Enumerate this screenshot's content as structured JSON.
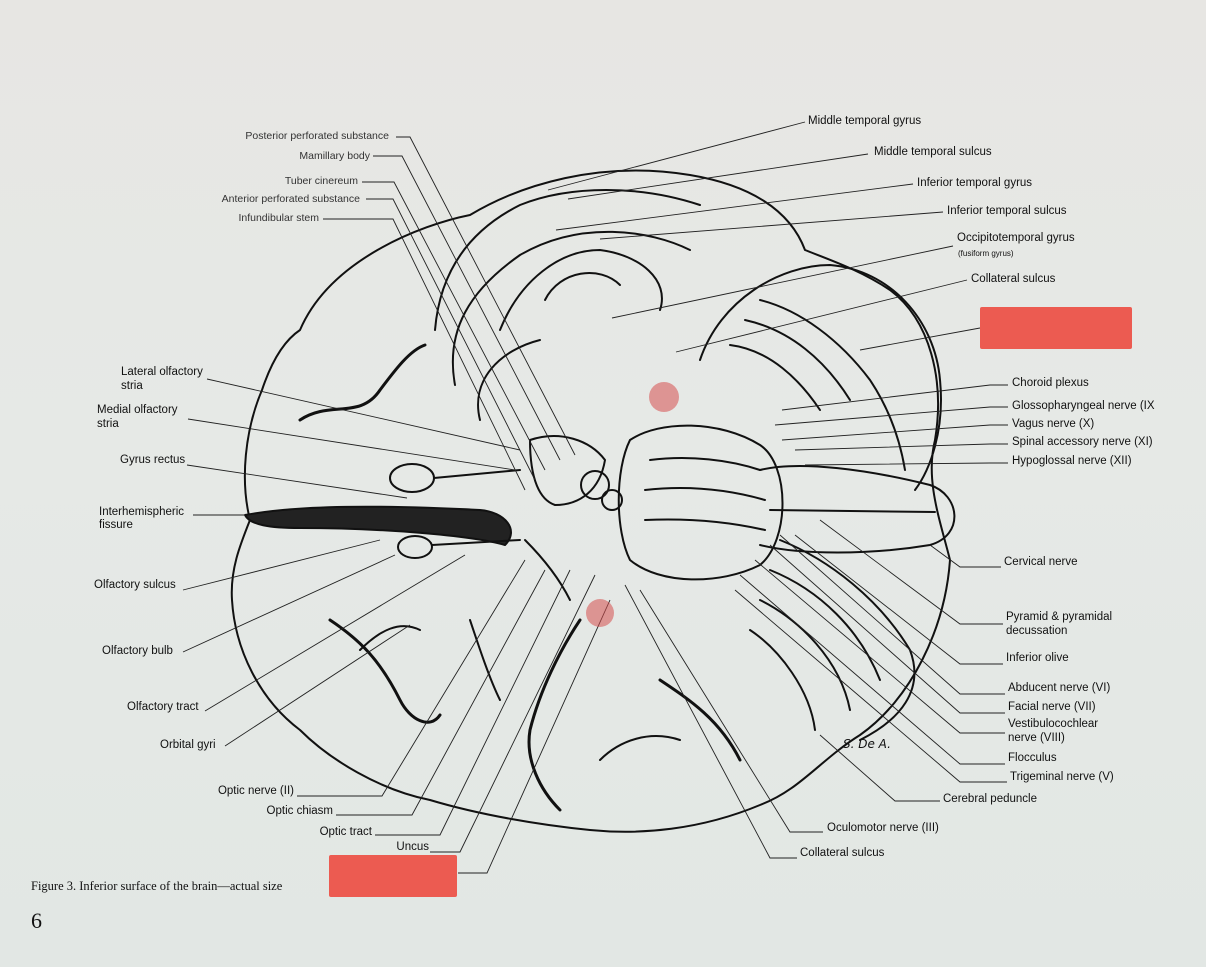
{
  "figure": {
    "caption": "Figure 3. Inferior surface of the brain—actual size",
    "page_number": "6",
    "artist_signature": "S. De A."
  },
  "labels_top_left": [
    "Posterior perforated substance",
    "Mamillary body",
    "Tuber cinereum",
    "Anterior perforated substance",
    "Infundibular stem"
  ],
  "labels_left": {
    "lateral_olfactory_stria_1": "Lateral olfactory",
    "lateral_olfactory_stria_2": "stria",
    "medial_olfactory_stria_1": "Medial olfactory",
    "medial_olfactory_stria_2": "stria",
    "gyrus_rectus": "Gyrus rectus",
    "interhemispheric_fissure_1": "Interhemispheric",
    "interhemispheric_fissure_2": "fissure",
    "olfactory_sulcus": "Olfactory sulcus",
    "olfactory_bulb": "Olfactory bulb",
    "olfactory_tract": "Olfactory tract",
    "orbital_gyri": "Orbital gyri"
  },
  "labels_bottom": {
    "optic_nerve": "Optic nerve (II)",
    "optic_chiasm": "Optic chiasm",
    "optic_tract": "Optic tract",
    "uncus": "Uncus",
    "oculomotor_nerve": "Oculomotor nerve (III)",
    "collateral_sulcus_bottom": "Collateral sulcus",
    "cerebral_peduncle": "Cerebral peduncle"
  },
  "labels_top_right": {
    "middle_temporal_gyrus": "Middle temporal gyrus",
    "middle_temporal_sulcus": "Middle temporal sulcus",
    "inferior_temporal_gyrus": "Inferior temporal gyrus",
    "inferior_temporal_sulcus": "Inferior temporal sulcus",
    "occipitotemporal_gyrus": "Occipitotemporal gyrus",
    "fusiform_gyrus": "(fusiform gyrus)",
    "collateral_sulcus_top": "Collateral sulcus"
  },
  "labels_right": {
    "choroid_plexus": "Choroid plexus",
    "glossopharyngeal_nerve": "Glossopharyngeal nerve (IX",
    "vagus_nerve": "Vagus nerve (X)",
    "spinal_accessory_nerve": "Spinal accessory nerve (XI)",
    "hypoglossal_nerve": "Hypoglossal nerve (XII)",
    "cervical_nerve": "Cervical nerve",
    "pyramid_1": "Pyramid & pyramidal",
    "pyramid_2": "decussation",
    "inferior_olive": "Inferior olive",
    "abducent_nerve": "Abducent nerve (VI)",
    "facial_nerve": "Facial nerve  (VII)",
    "vestibulocochlear_1": "Vestibulocochlear",
    "vestibulocochlear_2": "nerve (VIII)",
    "flocculus": "Flocculus",
    "trigeminal_nerve": "Trigeminal nerve (V)"
  },
  "colors": {
    "redaction": "#ec5b51",
    "marker_dot": "#d64e4e",
    "ink": "#111111",
    "paper": "#e6e8e5"
  }
}
